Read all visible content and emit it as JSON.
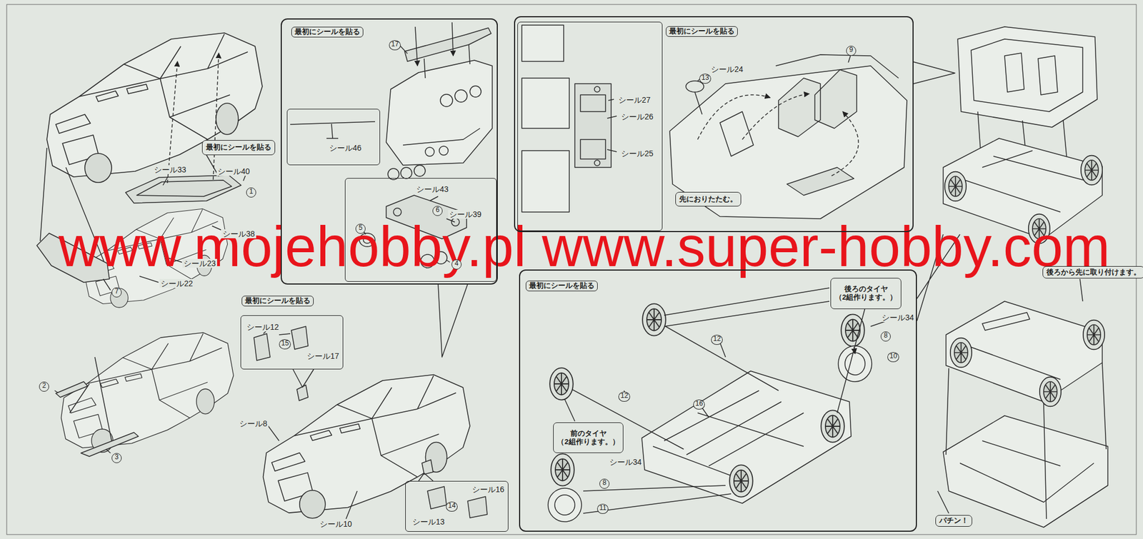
{
  "diagram": {
    "nodes": [
      {
        "text": [
          "最初にシールを貼る"
        ]
      },
      {
        "text": [
          "最初にシールを貼る"
        ]
      },
      {
        "text": [
          "シール46"
        ],
        "in": 1
      },
      {
        "text": [
          "シール43",
          "6",
          "シール39",
          "5",
          "4"
        ],
        "in": 1
      },
      {
        "text": [
          "最初にシールを貼る"
        ]
      },
      {
        "text": [
          "シール27",
          "シール26",
          "シール25"
        ],
        "in": 4
      },
      {
        "text": [
          "先におりたたむ。"
        ],
        "in": 4
      },
      {
        "text": [
          "後ろから先に取り付けます。"
        ]
      },
      {
        "text": [
          "最初にシールを貼る",
          "シール12",
          "15",
          "シール17"
        ]
      },
      {
        "text": [
          "最初にシールを貼る"
        ]
      },
      {
        "text": [
          "後ろのタイヤ",
          "（2組作ります。）"
        ],
        "in": 9
      },
      {
        "text": [
          "前のタイヤ",
          "（2組作ります。）"
        ],
        "in": 9
      },
      {
        "text": [
          "シール16",
          "シール13",
          "14"
        ]
      },
      {
        "text": [
          "パチン！"
        ]
      }
    ],
    "labels": [
      "シール33",
      "シール40",
      "1",
      "シール38",
      "シール23",
      "シール22",
      "7",
      "2",
      "3",
      "シール8",
      "シール10",
      "17",
      "シール24",
      "13",
      "9",
      "12",
      "12",
      "16",
      "シール34",
      "8",
      "10",
      "シール34",
      "8",
      "11",
      "www.mojehobby.pl www.super-hobby.com"
    ]
  }
}
